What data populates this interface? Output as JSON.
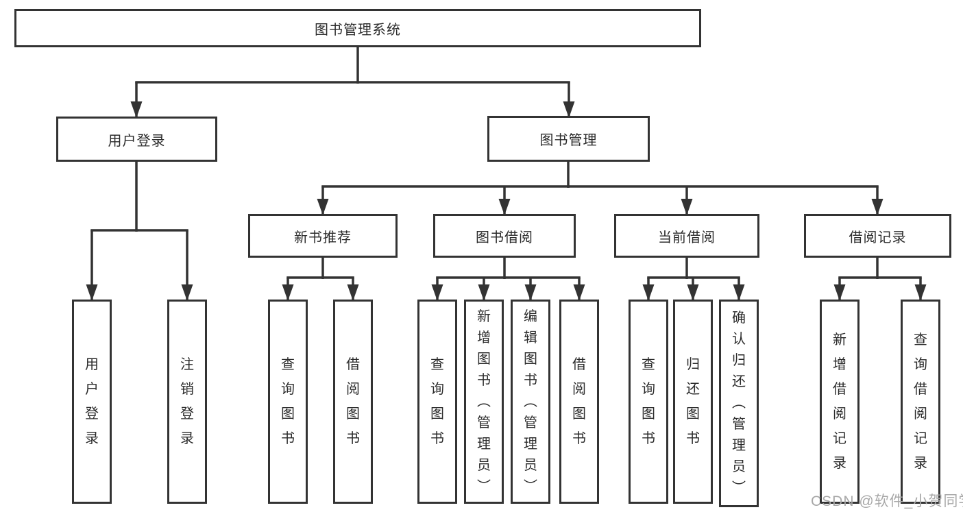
{
  "tree": {
    "root": {
      "label": "图书管理系统"
    },
    "branches": [
      {
        "label": "用户登录",
        "children": [
          {
            "label": "用户登录"
          },
          {
            "label": "注销登录"
          }
        ]
      },
      {
        "label": "图书管理",
        "children": [
          {
            "label": "新书推荐",
            "children": [
              {
                "label": "查询图书"
              },
              {
                "label": "借阅图书"
              }
            ]
          },
          {
            "label": "图书借阅",
            "children": [
              {
                "label": "查询图书"
              },
              {
                "label": "新增图书（管理员）"
              },
              {
                "label": "编辑图书（管理员）"
              },
              {
                "label": "借阅图书"
              }
            ]
          },
          {
            "label": "当前借阅",
            "children": [
              {
                "label": "查询图书"
              },
              {
                "label": "归还图书"
              },
              {
                "label": "确认归还（管理员）"
              }
            ]
          },
          {
            "label": "借阅记录",
            "children": [
              {
                "label": "新增借阅记录"
              },
              {
                "label": "查询借阅记录"
              }
            ]
          }
        ]
      }
    ]
  },
  "watermark": "CSDN @软件_小贺同学",
  "colors": {
    "line": "#333333",
    "border": "#333333",
    "text": "#2b2b2b",
    "watermark": "#a8a8a8",
    "background": "#ffffff"
  }
}
